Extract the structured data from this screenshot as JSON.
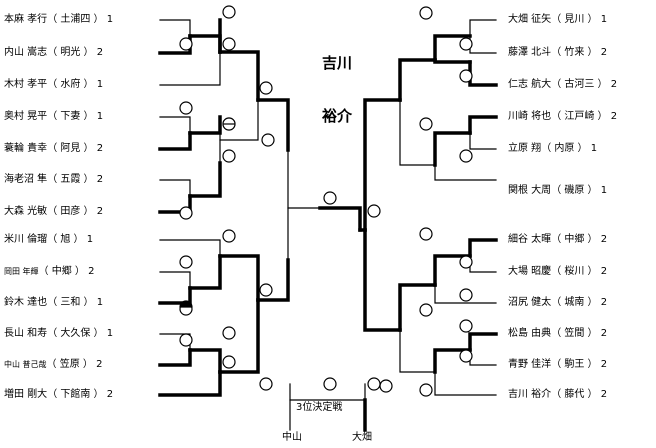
{
  "title": {
    "line1": "吉川",
    "line2": "裕介"
  },
  "third_place": {
    "label": "3位決定戦",
    "left": "中山",
    "right": "大畑"
  },
  "left": [
    {
      "name": "本麻 孝行",
      "school": "土浦四",
      "score": "1"
    },
    {
      "name": "内山 嵩志",
      "school": "明光",
      "score": "2"
    },
    {
      "name": "木村 孝平",
      "school": "水府",
      "score": "1"
    },
    {
      "name": "奥村 晃平",
      "school": "下妻",
      "score": "1"
    },
    {
      "name": "蓑輪 貴幸",
      "school": "阿見",
      "score": "2"
    },
    {
      "name": "海老沼 隼",
      "school": "五霞",
      "score": "2"
    },
    {
      "name": "大森 光敏",
      "school": "田彦",
      "score": "2"
    },
    {
      "name": "米川 倫瑠",
      "school": "旭",
      "score": "1"
    },
    {
      "name": "岡田 年輝",
      "school": "中郷",
      "score": "2"
    },
    {
      "name": "鈴木 達也",
      "school": "三和",
      "score": "1"
    },
    {
      "name": "長山 和寿",
      "school": "大久保",
      "score": "1"
    },
    {
      "name": "中山 普己哉",
      "school": "笠原",
      "score": "2"
    },
    {
      "name": "増田 剛大",
      "school": "下館南",
      "score": "2"
    }
  ],
  "right": [
    {
      "name": "大畑 征矢",
      "school": "見川",
      "score": "1"
    },
    {
      "name": "藤澤 北斗",
      "school": "竹来",
      "score": "2"
    },
    {
      "name": "仁志 航大",
      "school": "古河三",
      "score": "2"
    },
    {
      "name": "川崎 将也",
      "school": "江戸崎",
      "score": "2"
    },
    {
      "name": "立原 翔",
      "school": "内原",
      "score": "1"
    },
    {
      "name": "関根 大周",
      "school": "磯原",
      "score": "1"
    },
    {
      "name": "細谷 太暉",
      "school": "中郷",
      "score": "2"
    },
    {
      "name": "大場 昭慶",
      "school": "桜川",
      "score": "2"
    },
    {
      "name": "沼尻 健太",
      "school": "城南",
      "score": "2"
    },
    {
      "name": "松島 由典",
      "school": "笠間",
      "score": "2"
    },
    {
      "name": "青野 佳洋",
      "school": "駒王",
      "score": "2"
    },
    {
      "name": "吉川 裕介",
      "school": "藤代",
      "score": "2"
    }
  ]
}
